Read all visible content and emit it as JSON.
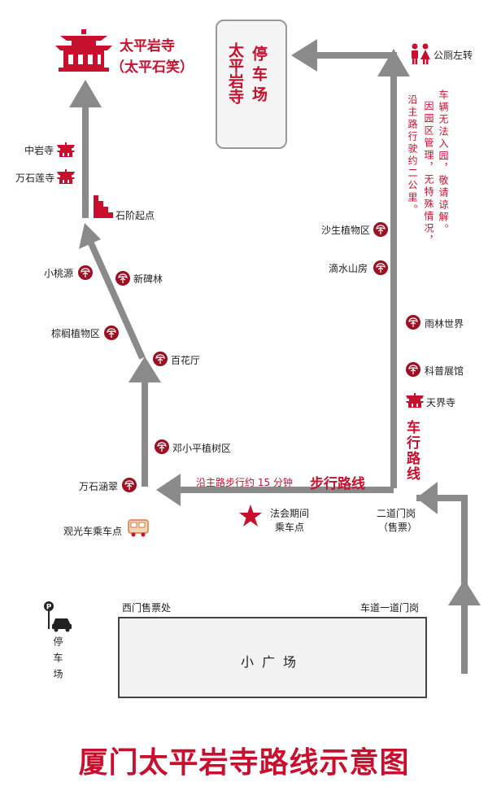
{
  "title": "厦门太平岩寺路线示意图",
  "temple": {
    "name": "太平岩寺",
    "alias": "（太平石笑）"
  },
  "parking_top": {
    "col1": "太平岩寺",
    "col2": "停车场"
  },
  "toilet": {
    "label": "公厕左转"
  },
  "notes": {
    "col_left": "沿主路行驶约二公里。",
    "col_right_1": "车辆无法入园，敬请谅解。",
    "col_right_2": "因园区管理，无特殊情况，"
  },
  "pois": {
    "zhongyan": "中岩寺",
    "wanshilian": "万石莲寺",
    "stairs": "石阶起点",
    "xiaotaoyuan": "小桃源",
    "xinbeilin": "新碑林",
    "zonglv": "棕榈植物区",
    "baihua": "百花厅",
    "dengxiaoping": "邓小平植树区",
    "wanshihan": "万石涵翠",
    "shasheng": "沙生植物区",
    "dishui": "滴水山房",
    "yulin": "雨林世界",
    "kepu": "科普展馆",
    "tianjie": "天界寺"
  },
  "labels": {
    "car_route": "车行路线",
    "walk_route": "步行路线",
    "walk_note": "沿主路步行约 15 分钟",
    "gate2": "二道门岗",
    "gate2_sub": "（售票）",
    "fahui_1": "法会期间",
    "fahui_2": "乘车点",
    "bus_stop": "观光车乘车点",
    "west_gate": "西门售票处",
    "gate1": "车道一道门岗",
    "plaza": "小广场",
    "parking_left": "停车场"
  },
  "colors": {
    "accent": "#c8102e",
    "arrow": "#8a8a8a",
    "poi": "#9c1024"
  }
}
